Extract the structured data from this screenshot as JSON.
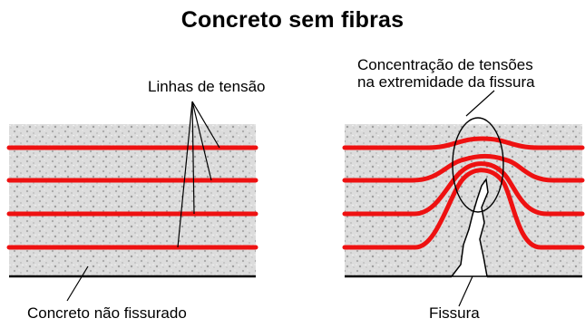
{
  "title": "Concreto sem fibras",
  "labels": {
    "stress_lines": "Linhas de tensão",
    "uncracked_concrete": "Concreto não fissurado",
    "stress_concentration_line1": "Concentração de tensões",
    "stress_concentration_line2": "na extremidade da fissura",
    "crack": "Fissura"
  },
  "colors": {
    "stress_line": "#ee1111",
    "concrete_fill": "#d9d9d9",
    "concrete_speckle": "#a9a9a9",
    "outline": "#000000"
  }
}
